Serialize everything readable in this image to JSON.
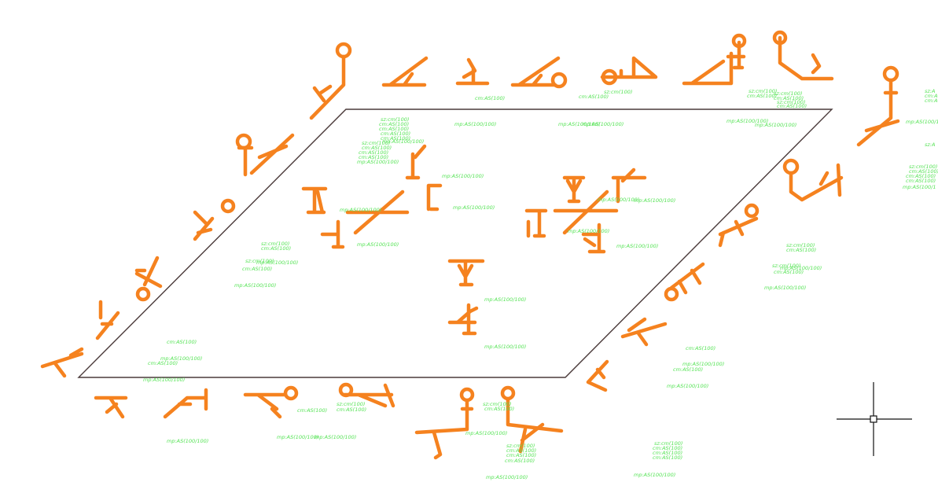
{
  "colors": {
    "background": "#ffffff",
    "outline": "#4a3a3a",
    "fitting": "#f5821f",
    "annotation": "#56e356",
    "crosshair": "#111111"
  },
  "text": {
    "mp": "mp:AS(100/100)",
    "cm": "cm:AS(100)",
    "sz": "sz:cm(100)",
    "mp_cut": "mp:AS(100/1",
    "sz_cut": "sz:A",
    "cm_cut": "cm:A"
  }
}
